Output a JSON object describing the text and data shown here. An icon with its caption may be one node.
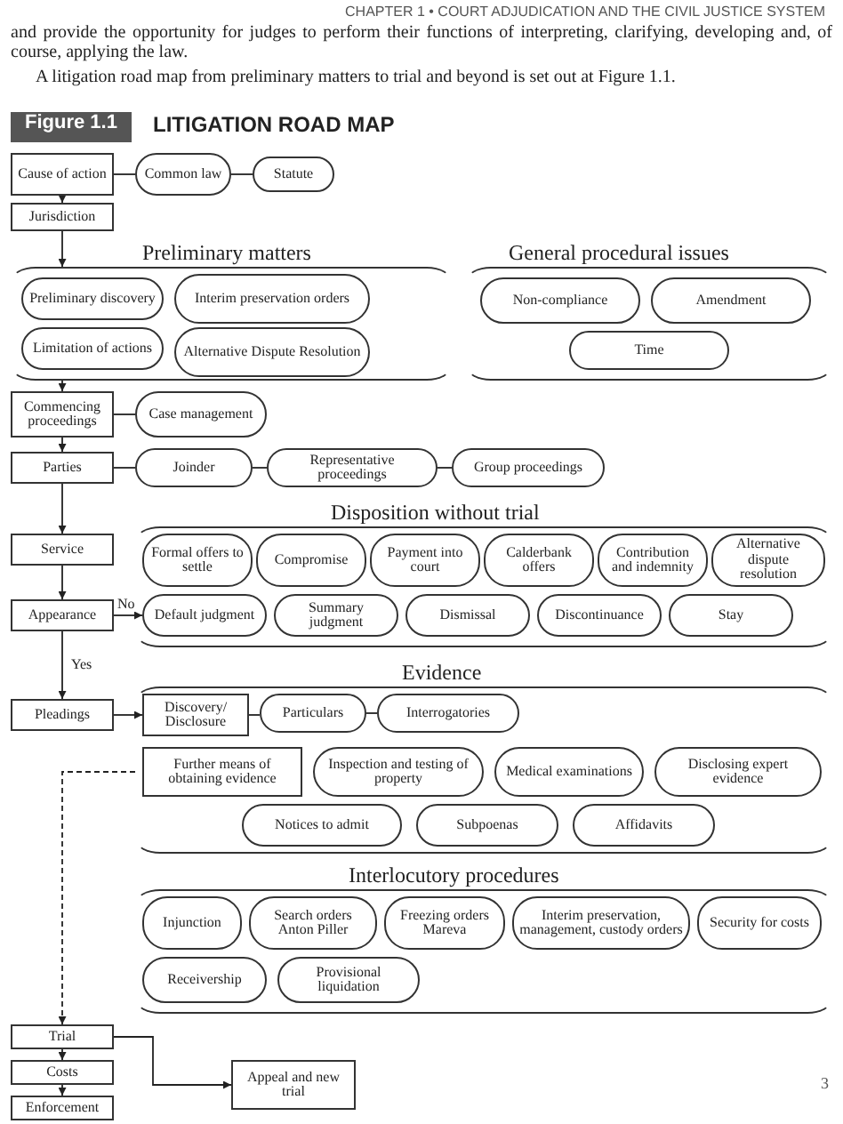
{
  "diagram": {
    "title": "LITIGATION ROAD MAP",
    "nodes": [
      {
        "text": [
          "Cause of action"
        ]
      },
      {
        "text": [
          "Common law"
        ]
      },
      {
        "text": [
          "Statute"
        ]
      },
      {
        "text": [
          "Jurisdiction"
        ]
      },
      {
        "text": [
          "Preliminary matters"
        ]
      },
      {
        "text": [
          "Preliminary discovery"
        ],
        "in": 4
      },
      {
        "text": [
          "Interim preservation orders"
        ],
        "in": 4
      },
      {
        "text": [
          "Limitation of actions"
        ],
        "in": 4
      },
      {
        "text": [
          "Alternative Dispute Resolution"
        ],
        "in": 4
      },
      {
        "text": [
          "General procedural issues"
        ]
      },
      {
        "text": [
          "Non-compliance"
        ],
        "in": 9
      },
      {
        "text": [
          "Amendment"
        ],
        "in": 9
      },
      {
        "text": [
          "Time"
        ],
        "in": 9
      },
      {
        "text": [
          "Commencing proceedings"
        ]
      },
      {
        "text": [
          "Case management"
        ]
      },
      {
        "text": [
          "Parties"
        ]
      },
      {
        "text": [
          "Joinder"
        ]
      },
      {
        "text": [
          "Representative proceedings"
        ]
      },
      {
        "text": [
          "Group proceedings"
        ]
      },
      {
        "text": [
          "Service"
        ]
      },
      {
        "text": [
          "Disposition without trial"
        ]
      },
      {
        "text": [
          "Formal offers to settle"
        ],
        "in": 20
      },
      {
        "text": [
          "Compromise"
        ],
        "in": 20
      },
      {
        "text": [
          "Payment into court"
        ],
        "in": 20
      },
      {
        "text": [
          "Calderbank offers"
        ],
        "in": 20
      },
      {
        "text": [
          "Contribution and indemnity"
        ],
        "in": 20
      },
      {
        "text": [
          "Alternative dispute resolution"
        ],
        "in": 20
      },
      {
        "text": [
          "Appearance"
        ]
      },
      {
        "text": [
          "Default judgment"
        ],
        "in": 20
      },
      {
        "text": [
          "Summary judgment"
        ],
        "in": 20
      },
      {
        "text": [
          "Dismissal"
        ],
        "in": 20
      },
      {
        "text": [
          "Discontinuance"
        ],
        "in": 20
      },
      {
        "text": [
          "Stay"
        ],
        "in": 20
      },
      {
        "text": [
          "Pleadings"
        ]
      },
      {
        "text": [
          "Evidence"
        ]
      },
      {
        "text": [
          "Discovery/ Disclosure"
        ],
        "in": 34
      },
      {
        "text": [
          "Particulars"
        ],
        "in": 34
      },
      {
        "text": [
          "Interrogatories"
        ],
        "in": 34
      },
      {
        "text": [
          "Further means of obtaining evidence"
        ],
        "in": 34
      },
      {
        "text": [
          "Inspection and testing of property"
        ],
        "in": 34
      },
      {
        "text": [
          "Medical examinations"
        ],
        "in": 34
      },
      {
        "text": [
          "Disclosing expert evidence"
        ],
        "in": 34
      },
      {
        "text": [
          "Notices to admit"
        ],
        "in": 34
      },
      {
        "text": [
          "Subpoenas"
        ],
        "in": 34
      },
      {
        "text": [
          "Affidavits"
        ],
        "in": 34
      },
      {
        "text": [
          "Interlocutory procedures"
        ]
      },
      {
        "text": [
          "Injunction"
        ],
        "in": 45
      },
      {
        "text": [
          "Search orders Anton Piller"
        ],
        "in": 45
      },
      {
        "text": [
          "Freezing orders Mareva"
        ],
        "in": 45
      },
      {
        "text": [
          "Interim preservation, management, custody orders"
        ],
        "in": 45
      },
      {
        "text": [
          "Security for costs"
        ],
        "in": 45
      },
      {
        "text": [
          "Receivership"
        ],
        "in": 45
      },
      {
        "text": [
          "Provisional liquidation"
        ],
        "in": 45
      },
      {
        "text": [
          "Trial"
        ]
      },
      {
        "text": [
          "Costs"
        ]
      },
      {
        "text": [
          "Enforcement"
        ]
      },
      {
        "text": [
          "Appeal and new trial"
        ]
      }
    ],
    "edges": [
      {
        "from": 0,
        "to": 1,
        "arrow": "none"
      },
      {
        "from": 1,
        "to": 2,
        "arrow": "none"
      },
      {
        "from": 0,
        "to": 3,
        "arrow": "to"
      },
      {
        "from": 3,
        "to": 4,
        "arrow": "to"
      },
      {
        "from": 4,
        "to": 13,
        "arrow": "to"
      },
      {
        "from": 13,
        "to": 14,
        "arrow": "none"
      },
      {
        "from": 13,
        "to": 15,
        "arrow": "to"
      },
      {
        "from": 15,
        "to": 16,
        "arrow": "none"
      },
      {
        "from": 16,
        "to": 17,
        "arrow": "none"
      },
      {
        "from": 17,
        "to": 18,
        "arrow": "none"
      },
      {
        "from": 15,
        "to": 19,
        "arrow": "to"
      },
      {
        "from": 19,
        "to": 27,
        "arrow": "to"
      },
      {
        "from": 27,
        "to": 28,
        "arrow": "to",
        "label": "No"
      },
      {
        "from": 27,
        "to": 33,
        "arrow": "to",
        "label": "Yes"
      },
      {
        "from": 33,
        "to": 35,
        "arrow": "to"
      },
      {
        "from": 35,
        "to": 36,
        "arrow": "none"
      },
      {
        "from": 36,
        "to": 37,
        "arrow": "none"
      },
      {
        "from": 34,
        "to": 53,
        "arrow": "to",
        "style": "dashed"
      },
      {
        "from": 53,
        "to": 54,
        "arrow": "to"
      },
      {
        "from": 54,
        "to": 55,
        "arrow": "to"
      },
      {
        "from": 53,
        "to": 56,
        "arrow": "to"
      }
    ],
    "labels": [
      "CHAPTER 1 • COURT ADJUDICATION AND THE CIVIL JUSTICE SYSTEM",
      "and provide the opportunity for judges to perform their functions of interpreting, clarifying, developing and, of course, applying the law.",
      "A litigation road map from preliminary matters to trial and beyond is set out at Figure 1.1.",
      "Figure 1.1",
      "3"
    ]
  }
}
